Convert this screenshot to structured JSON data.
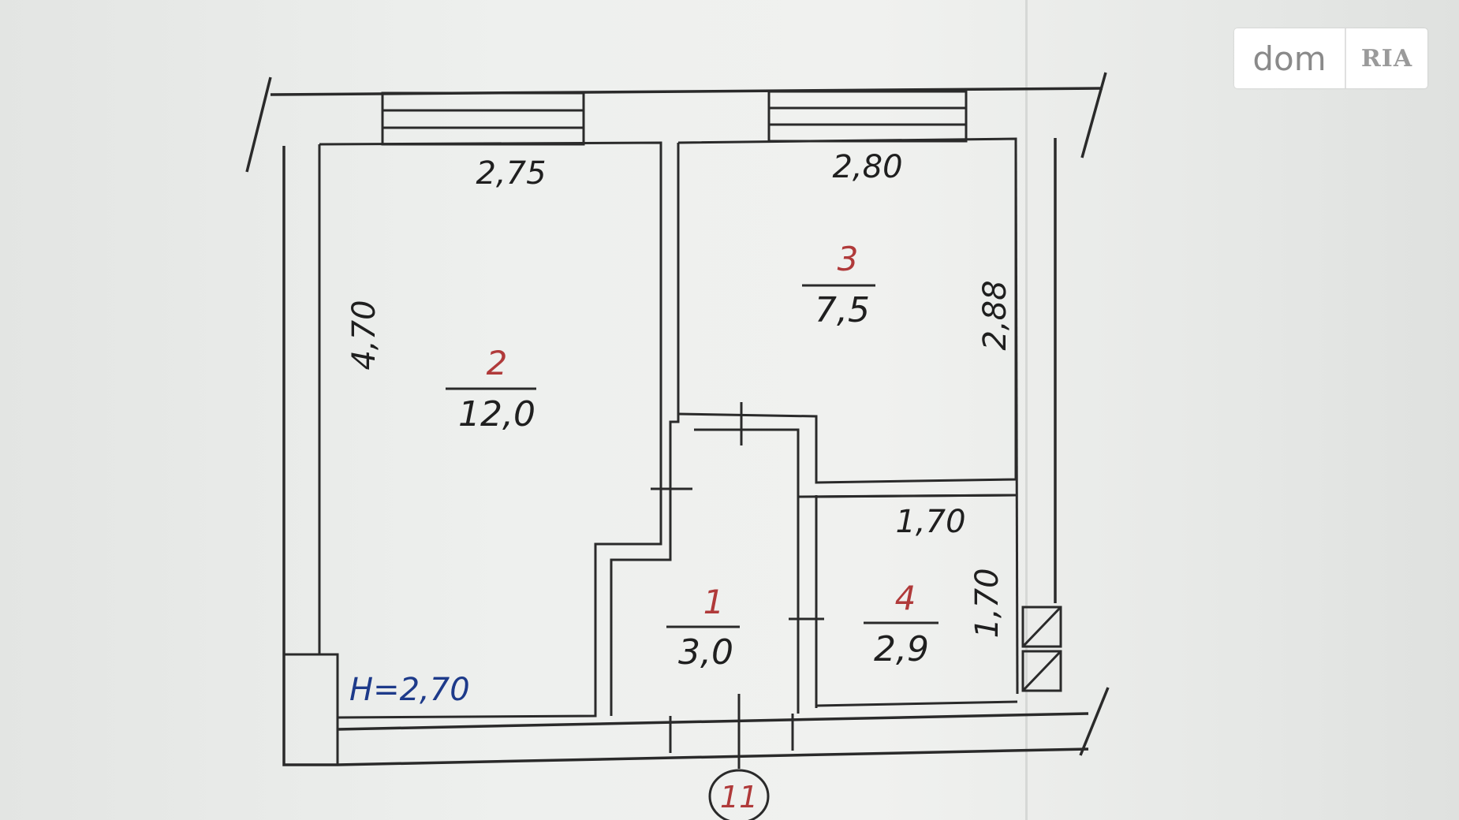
{
  "logo": {
    "left": "dom",
    "right": "RIA"
  },
  "plan": {
    "height_label": "H=2,70",
    "axis_label": "11",
    "rooms": [
      {
        "number": "1",
        "area": "3,0"
      },
      {
        "number": "2",
        "area": "12,0"
      },
      {
        "number": "3",
        "area": "7,5"
      },
      {
        "number": "4",
        "area": "2,9"
      }
    ],
    "dimensions": {
      "room2_width": "2,75",
      "room2_length": "4,70",
      "room3_width": "2,80",
      "room3_length": "2,88",
      "room4_width": "1,70",
      "room4_length": "1,70"
    }
  }
}
